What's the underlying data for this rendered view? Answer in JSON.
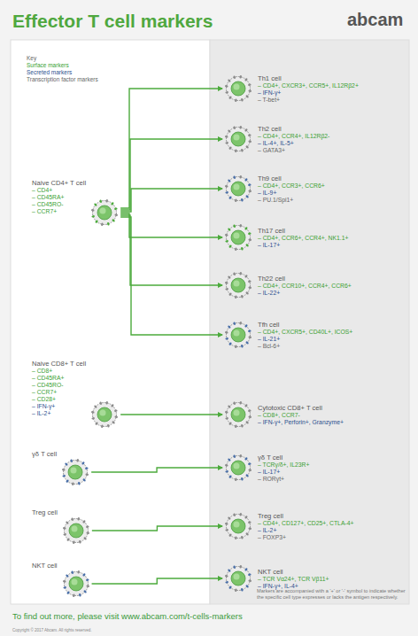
{
  "diagram": {
    "title": "Effector T cell markers",
    "nodes": [
      {
        "text": [
          "Naive CD4+ T cell",
          "– CD4+",
          "– CD45RA+",
          "– CD45RO-",
          "– CCR7+"
        ]
      },
      {
        "text": [
          "Th1 cell",
          "– CD4+, CXCR3+, CCR5+, IL12Rβ2+",
          "– IFN-γ+",
          "– T-bet+"
        ]
      },
      {
        "text": [
          "Th2 cell",
          "– CD4+, CCR4+, IL12Rβ2-",
          "– IL-4+, IL-5+",
          "– GATA3+"
        ]
      },
      {
        "text": [
          "Th9 cell",
          "– CD4+, CCR3+, CCR6+",
          "– IL-9+",
          "– PU.1/Spi1+"
        ]
      },
      {
        "text": [
          "Th17 cell",
          "– CD4+, CCR6+, CCR4+, NK1.1+",
          "– IL-17+"
        ]
      },
      {
        "text": [
          "Th22 cell",
          "– CD4+, CCR10+, CCR4+, CCR6+",
          "– IL-22+"
        ]
      },
      {
        "text": [
          "Tfh cell",
          "– CD4+, CXCR5+, CD40L+, ICOS+",
          "– IL-21+",
          "– Bcl-6+"
        ]
      },
      {
        "text": [
          "Naive CD8+ T cell",
          "– CD8+",
          "– CD45RA+",
          "– CD45RO-",
          "– CCR7+",
          "– CD28+",
          "– IFN-γ+",
          "– IL-2+"
        ]
      },
      {
        "text": [
          "Cytotoxic CD8+ T cell",
          "– CD8+, CCR7-",
          "– IFN-γ+, Perforin+, Granzyme+"
        ]
      },
      {
        "text": [
          "γδ T cell"
        ]
      },
      {
        "text": [
          "γδ T cell",
          "– TCRγ/δ+, IL23R+",
          "– IL-17+",
          "– RORγt+"
        ]
      },
      {
        "text": [
          "Treg cell"
        ]
      },
      {
        "text": [
          "Treg cell",
          "– CD4+, CD127+, CD25+, CTLA-4+",
          "– IL-2+",
          "– FOXP3+"
        ]
      },
      {
        "text": [
          "NKT cell"
        ]
      },
      {
        "text": [
          "NKT cell",
          "– TCR Vα24+, TCR Vβ11+",
          "– IFN-γ+, IL-4+"
        ]
      }
    ],
    "edges": [
      {
        "from": 0,
        "to": 1,
        "arrow": "to"
      },
      {
        "from": 0,
        "to": 2,
        "arrow": "to"
      },
      {
        "from": 0,
        "to": 3,
        "arrow": "to"
      },
      {
        "from": 0,
        "to": 4,
        "arrow": "to"
      },
      {
        "from": 0,
        "to": 5,
        "arrow": "to"
      },
      {
        "from": 0,
        "to": 6,
        "arrow": "to"
      },
      {
        "from": 7,
        "to": 8,
        "arrow": "to"
      },
      {
        "from": 9,
        "to": 10,
        "arrow": "to"
      },
      {
        "from": 11,
        "to": 12,
        "arrow": "to"
      },
      {
        "from": 13,
        "to": 14,
        "arrow": "to"
      }
    ],
    "labels": [
      "abcam",
      "Key",
      "Surface markers",
      "Secreted markers",
      "Transcription factor markers",
      "Markers are accompanied with a '+' or '-' symbol to indicate whether the specific cell type expresses or lacks the antigen respectively.",
      "To find out more, please visit www.abcam.com/t-cells-markers",
      "Copyright © 2017 Abcam. All rights reserved."
    ]
  }
}
